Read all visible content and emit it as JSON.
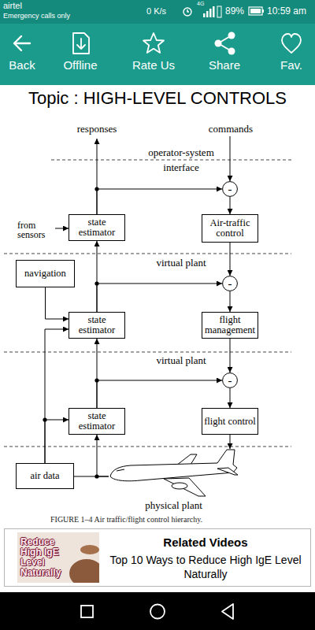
{
  "diagram": {
    "title": "Topic : HIGH-LEVEL CONTROLS",
    "caption": "FIGURE 1–4 Air traffic/flight control hierarchy.",
    "nodes": [
      {
        "text": [
          "-"
        ]
      },
      {
        "text": [
          "state estimator"
        ]
      },
      {
        "text": [
          "Air-traffic control"
        ]
      },
      {
        "text": [
          "navigation"
        ]
      },
      {
        "text": [
          "-"
        ]
      },
      {
        "text": [
          "state estimator"
        ]
      },
      {
        "text": [
          "flight management"
        ]
      },
      {
        "text": [
          "-"
        ]
      },
      {
        "text": [
          "state estimator"
        ]
      },
      {
        "text": [
          "flight control"
        ]
      },
      {
        "text": [
          "physical plant"
        ]
      },
      {
        "text": [
          "air data"
        ]
      },
      {
        "text": [
          "Related Videos",
          "Top 10 Ways to Reduce High IgE Level Naturally"
        ]
      },
      {
        "text": [
          "Reduce High IgE Level Naturally"
        ],
        "in": 12
      }
    ],
    "edges": [
      {
        "from": 0,
        "to": 2,
        "arrow": "to"
      },
      {
        "from": 2,
        "to": 4,
        "arrow": "to"
      },
      {
        "from": 4,
        "to": 6,
        "arrow": "to"
      },
      {
        "from": 6,
        "to": 7,
        "arrow": "to"
      },
      {
        "from": 7,
        "to": 9,
        "arrow": "to"
      },
      {
        "from": 9,
        "to": 10,
        "arrow": "to"
      },
      {
        "from": 10,
        "to": 8,
        "arrow": "to"
      },
      {
        "from": 8,
        "to": 5,
        "arrow": "to"
      },
      {
        "from": 5,
        "to": 1,
        "arrow": "to"
      },
      {
        "from": 1,
        "to": 0,
        "arrow": "to"
      },
      {
        "from": 5,
        "to": 4,
        "arrow": "to"
      },
      {
        "from": 8,
        "to": 7,
        "arrow": "to"
      },
      {
        "from": 3,
        "to": 5,
        "arrow": "to"
      },
      {
        "from": 11,
        "to": 5,
        "arrow": "to"
      },
      {
        "from": 11,
        "to": 8,
        "arrow": "to"
      },
      {
        "from": 10,
        "to": 11,
        "arrow": "none"
      }
    ],
    "labels": [
      "airtel",
      "Emergency calls only",
      "0 K/s",
      "4G",
      "89%",
      "10:59 am",
      "Back",
      "Offline",
      "Rate Us",
      "Share",
      "Fav.",
      "responses",
      "commands",
      "operator-system",
      "interface",
      "from sensors",
      "virtual plant",
      "virtual plant"
    ]
  }
}
